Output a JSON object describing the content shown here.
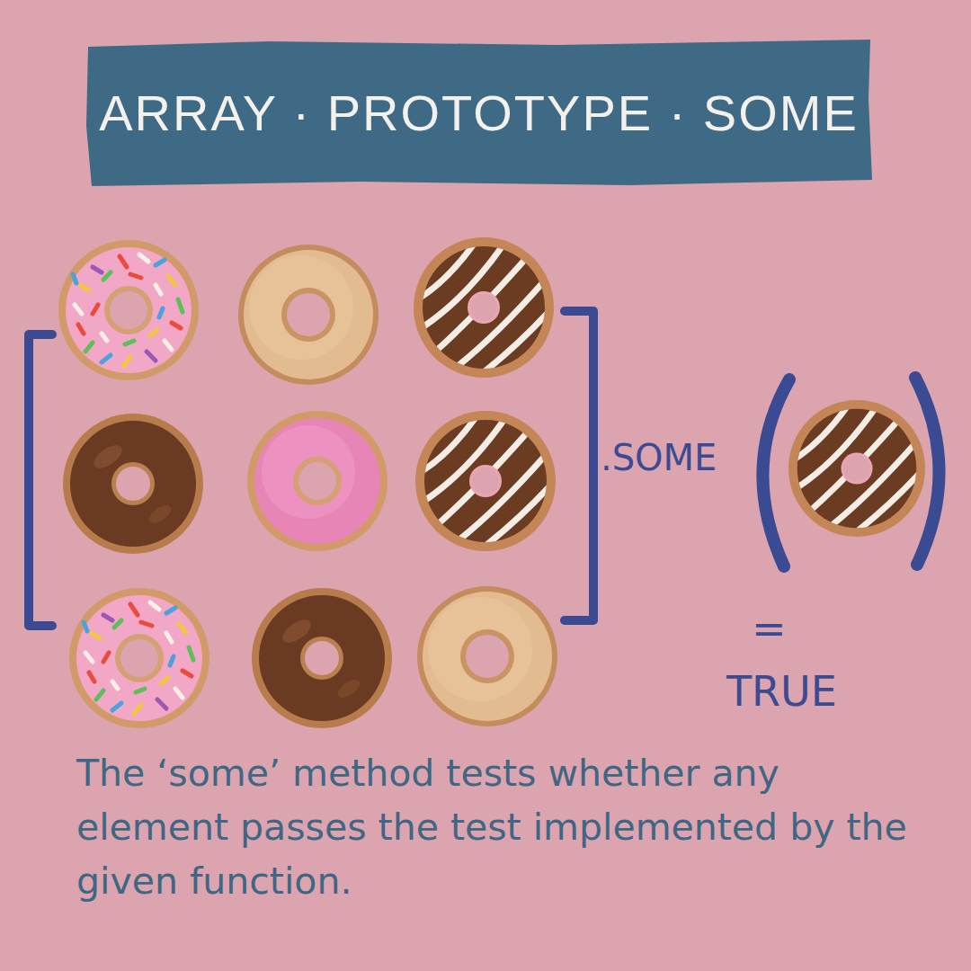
{
  "diagram": {
    "title": "ARRAY · PROTOTYPE · SOME",
    "caption": "The ‘some’ method tests whether any element passes the test implemented by the given function.",
    "labels": [
      ".SOME",
      "=",
      "TRUE"
    ]
  }
}
